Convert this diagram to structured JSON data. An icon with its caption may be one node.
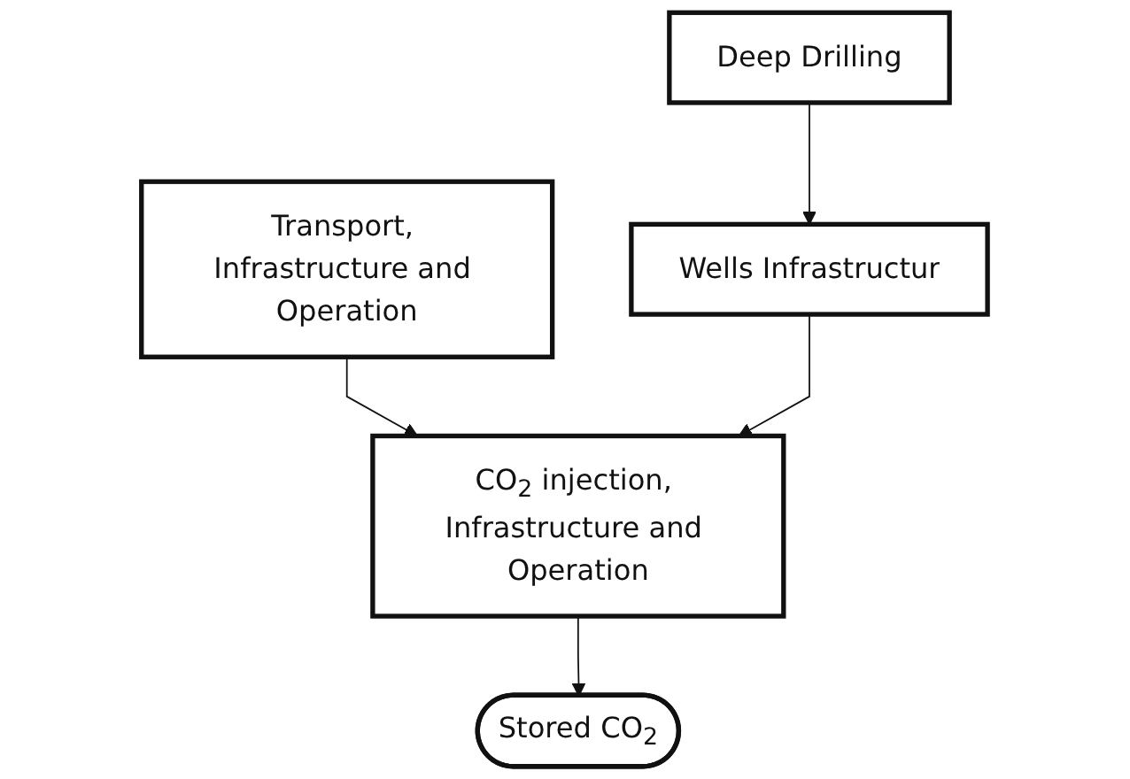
{
  "diagram": {
    "nodes": [
      {
        "text": [
          "Transport, Infrastructure and Operation"
        ]
      },
      {
        "text": [
          "Deep Drilling"
        ]
      },
      {
        "text": [
          "Wells Infrastructur"
        ]
      },
      {
        "text": [
          "CO$_{2}$ injection, Infrastructure and Operation"
        ]
      },
      {
        "text": [
          "Stored CO$_{2}$"
        ]
      }
    ],
    "edges": [
      {
        "from": 0,
        "to": 3,
        "arrow": "to"
      },
      {
        "from": 1,
        "to": 2,
        "arrow": "to"
      },
      {
        "from": 2,
        "to": 3,
        "arrow": "to"
      },
      {
        "from": 3,
        "to": 4,
        "arrow": "to"
      }
    ]
  }
}
